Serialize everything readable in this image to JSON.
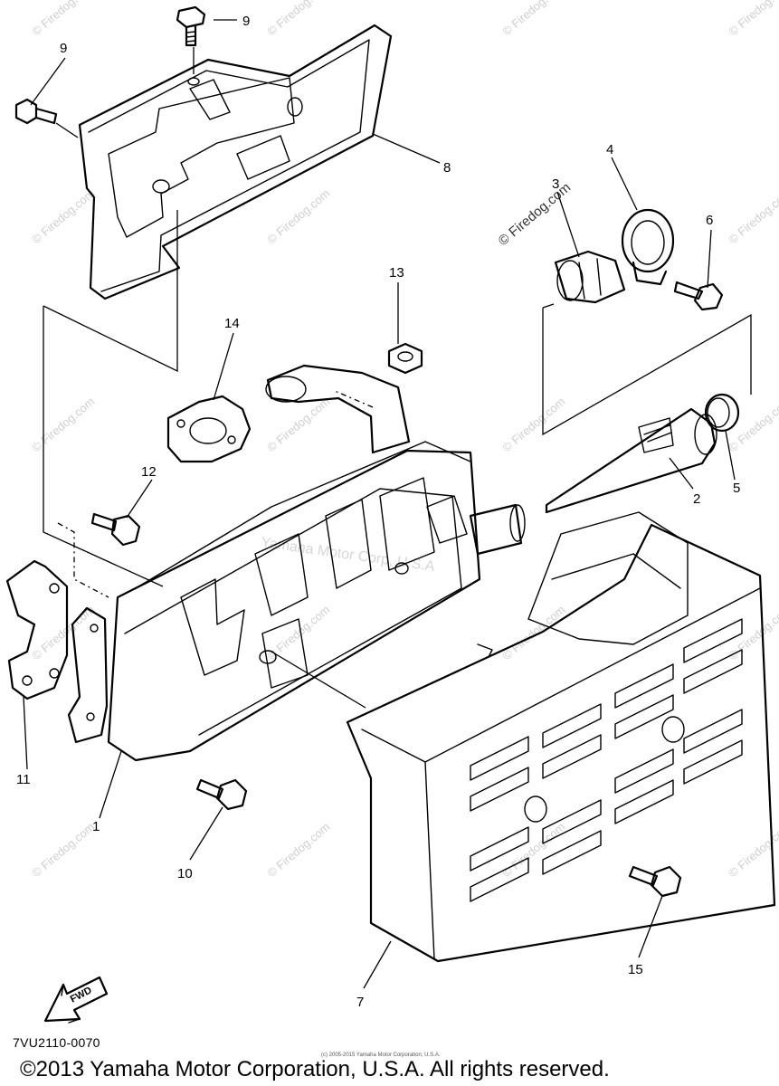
{
  "diagram": {
    "code": "7VU2110-0070",
    "copyright": "©2013 Yamaha Motor Corporation, U.S.A. All rights reserved.",
    "tiny_copyright": "(c) 2005-2015 Yamaha Motor Corporation, U.S.A.",
    "fwd_label": "FWD",
    "watermark": "© Firedog.com",
    "watermark_center": "Yamaha Motor Corp, U.S.A"
  },
  "callouts": [
    {
      "id": "1",
      "label": "1"
    },
    {
      "id": "2",
      "label": "2"
    },
    {
      "id": "3",
      "label": "3"
    },
    {
      "id": "4",
      "label": "4"
    },
    {
      "id": "5",
      "label": "5"
    },
    {
      "id": "6",
      "label": "6"
    },
    {
      "id": "7",
      "label": "7"
    },
    {
      "id": "8",
      "label": "8"
    },
    {
      "id": "9a",
      "label": "9"
    },
    {
      "id": "9b",
      "label": "9"
    },
    {
      "id": "10",
      "label": "10"
    },
    {
      "id": "11",
      "label": "11"
    },
    {
      "id": "12",
      "label": "12"
    },
    {
      "id": "13",
      "label": "13"
    },
    {
      "id": "14",
      "label": "14"
    },
    {
      "id": "15",
      "label": "15"
    }
  ]
}
